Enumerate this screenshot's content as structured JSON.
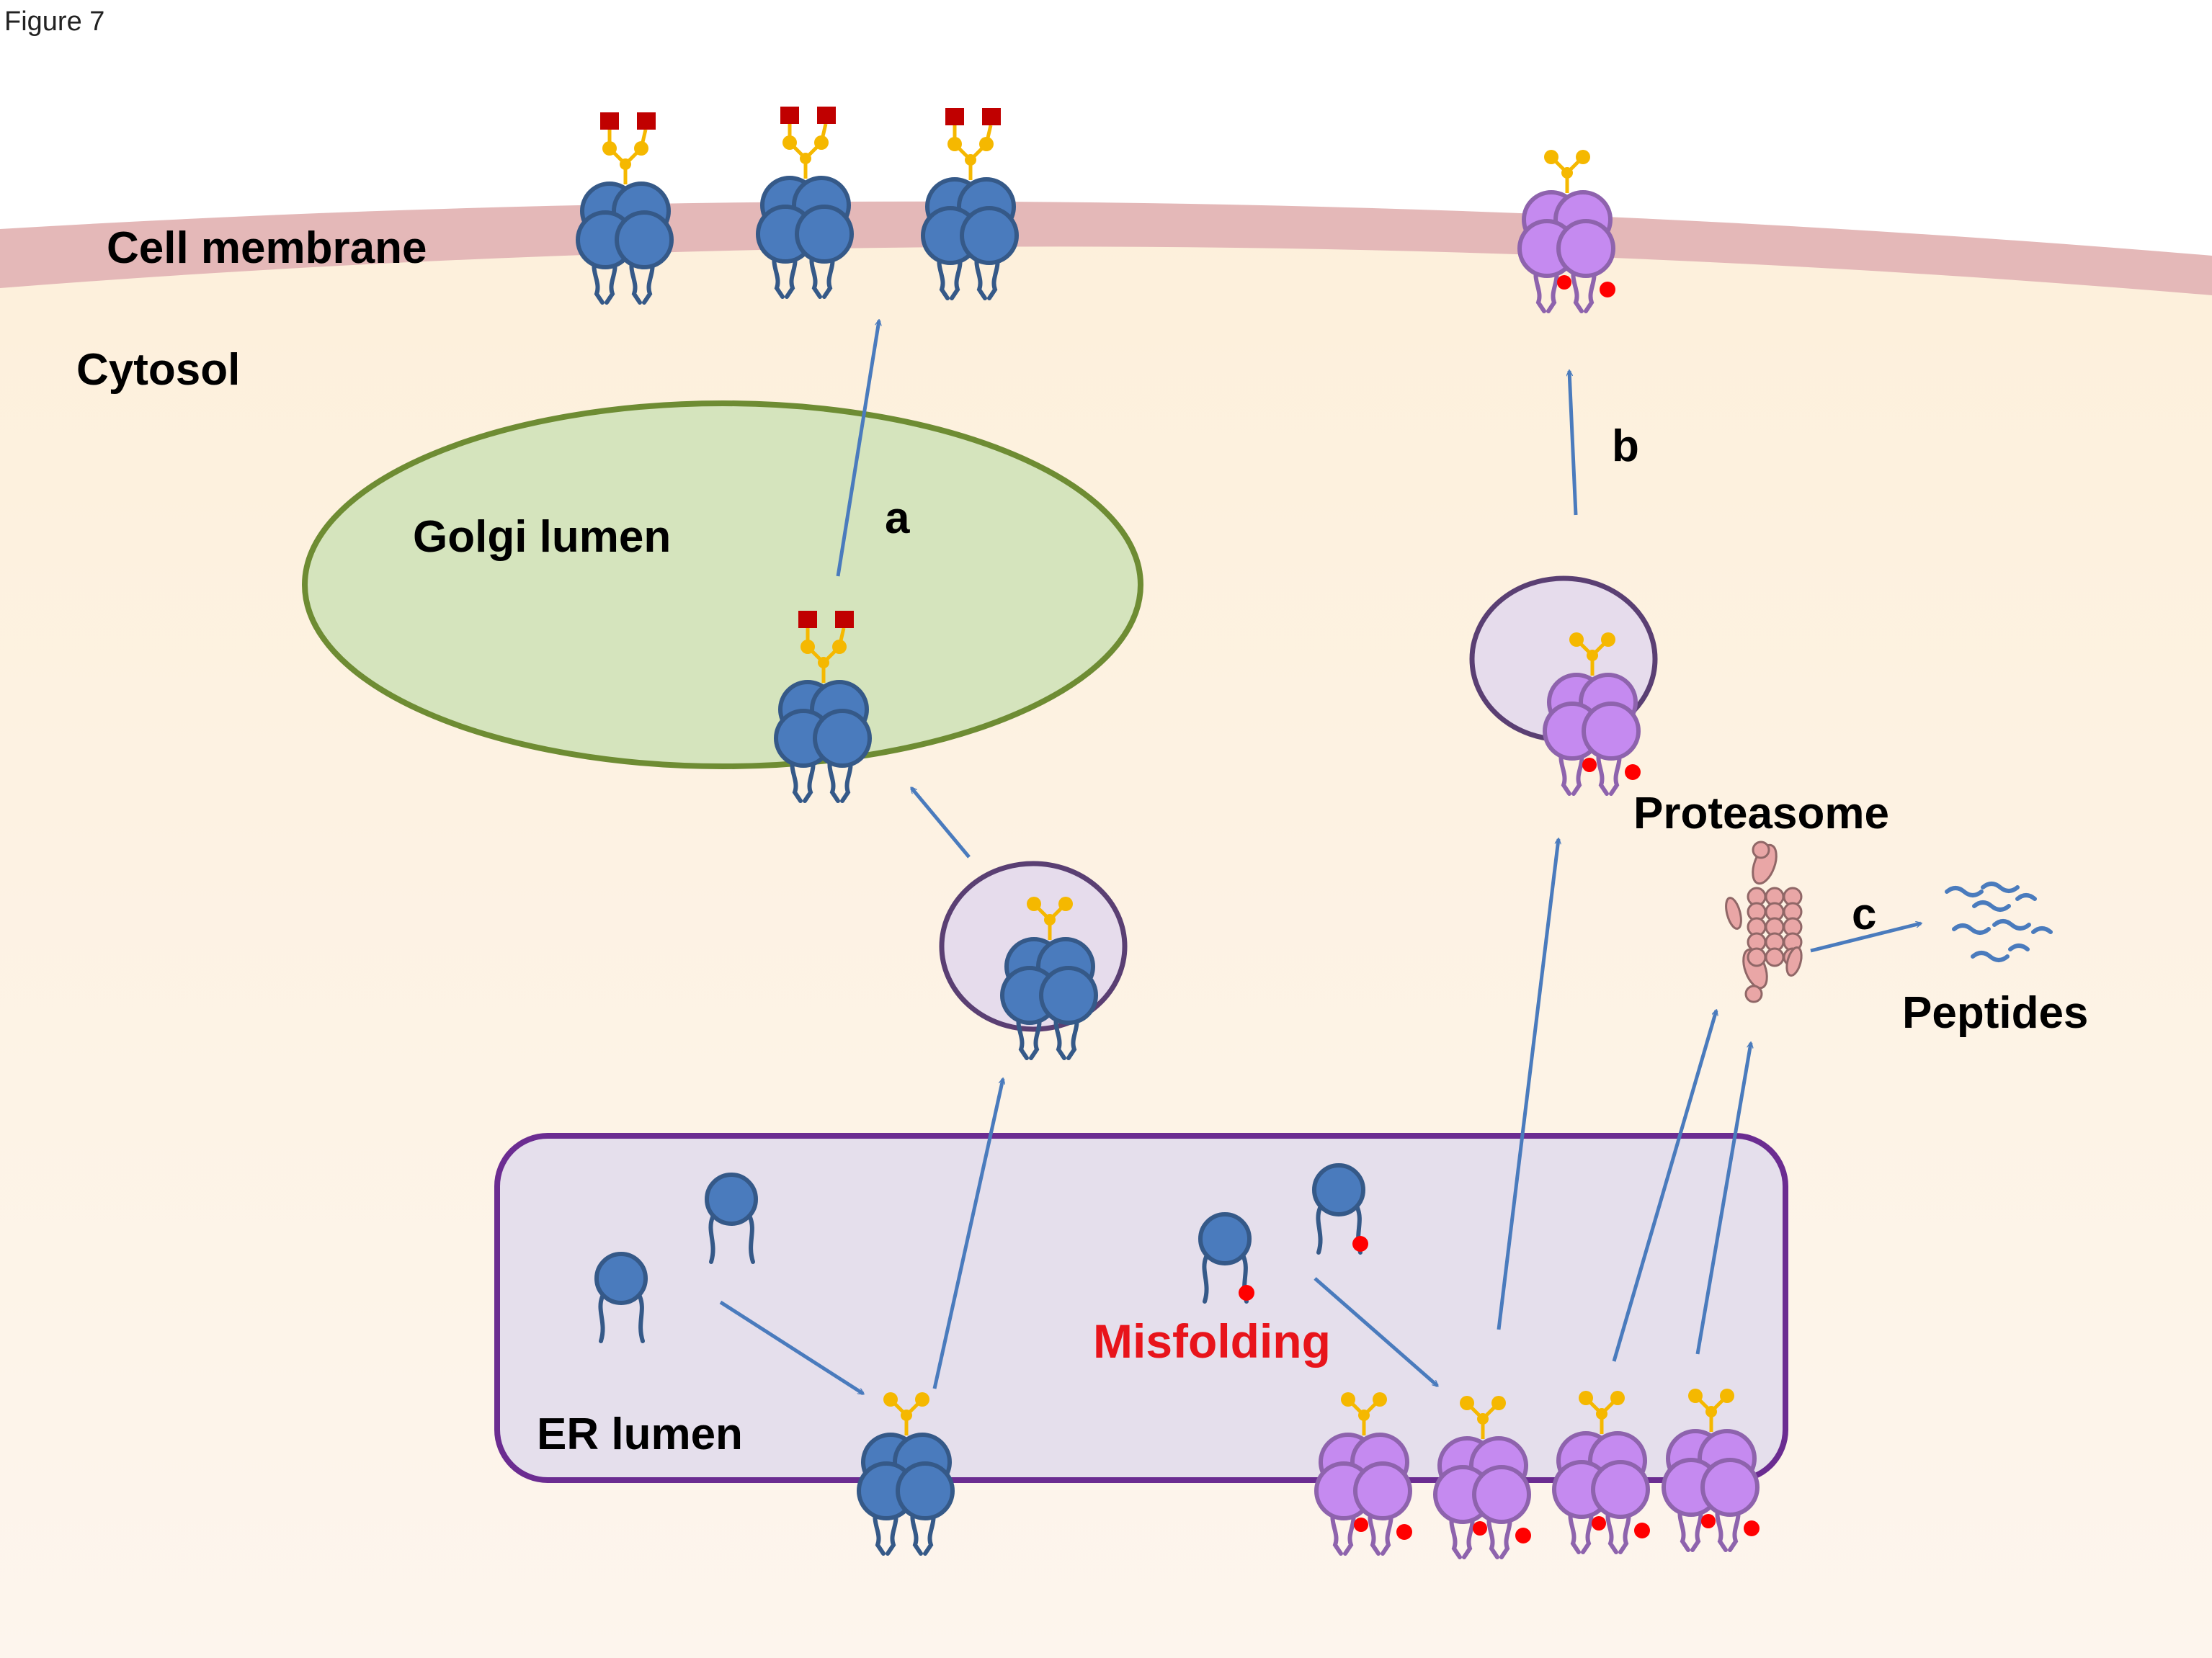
{
  "figure_label": "Figure 7",
  "labels": {
    "cell_membrane": "Cell membrane",
    "cytosol": "Cytosol",
    "golgi_lumen": "Golgi lumen",
    "er_lumen": "ER lumen",
    "proteasome": "Proteasome",
    "peptides": "Peptides",
    "misfolding": "Misfolding"
  },
  "pathways": {
    "a": "a",
    "b": "b",
    "c": "c"
  },
  "colors": {
    "background": "#fdf1e0",
    "membrane": "#e4b8b8",
    "golgi_fill": "#d5e4bd",
    "golgi_stroke": "#6e8c33",
    "er_fill": "#e5dfec",
    "er_stroke": "#6b2c91",
    "vesicle_fill": "#e6dcec",
    "vesicle_stroke": "#5a3f73",
    "native_protein": "#4a7bbd",
    "misfolded_protein": "#c58af0",
    "glycan": "#f5b800",
    "sialic_cap": "#c00000",
    "misfold_marker": "#ff0000",
    "arrow": "#4a7bbd",
    "proteasome": "#e9a6a6"
  }
}
